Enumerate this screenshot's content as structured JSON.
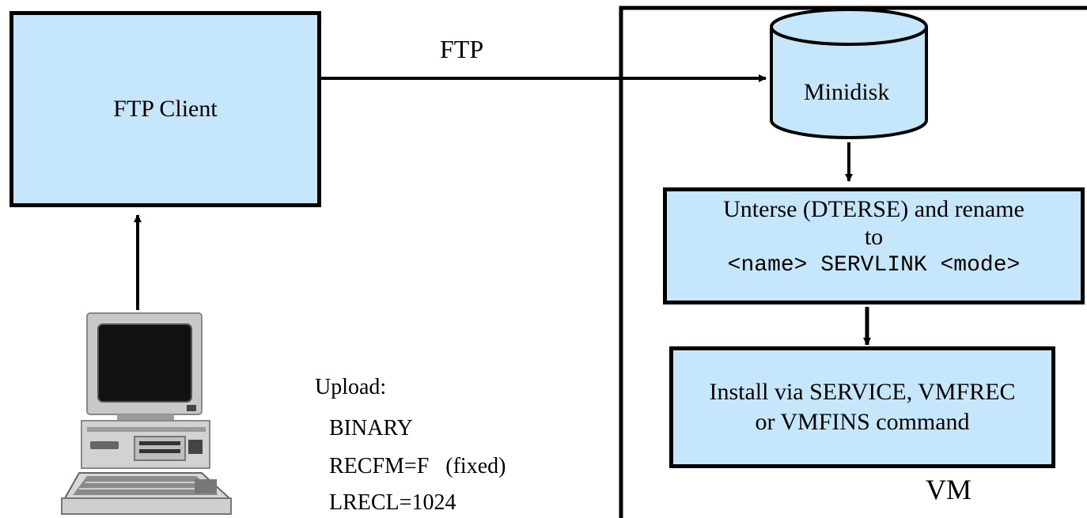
{
  "client": {
    "label": "FTP Client"
  },
  "connection": {
    "label": "FTP"
  },
  "minidisk": {
    "label": "Minidisk"
  },
  "unterse": {
    "line1": "Unterse (DTERSE) and rename",
    "line2": "to",
    "line3": "<name> SERVLINK <mode>"
  },
  "install": {
    "line1": "Install via SERVICE, VMFREC",
    "line2": "or VMFINS command"
  },
  "vm_label": "VM",
  "upload": {
    "title": "Upload:",
    "items": [
      "BINARY",
      "RECFM=F   (fixed)",
      "LRECL=1024"
    ]
  },
  "icons": {
    "computer": "desktop-computer-icon"
  },
  "colors": {
    "box_fill": "#c6e6fb",
    "stroke": "#000000"
  }
}
